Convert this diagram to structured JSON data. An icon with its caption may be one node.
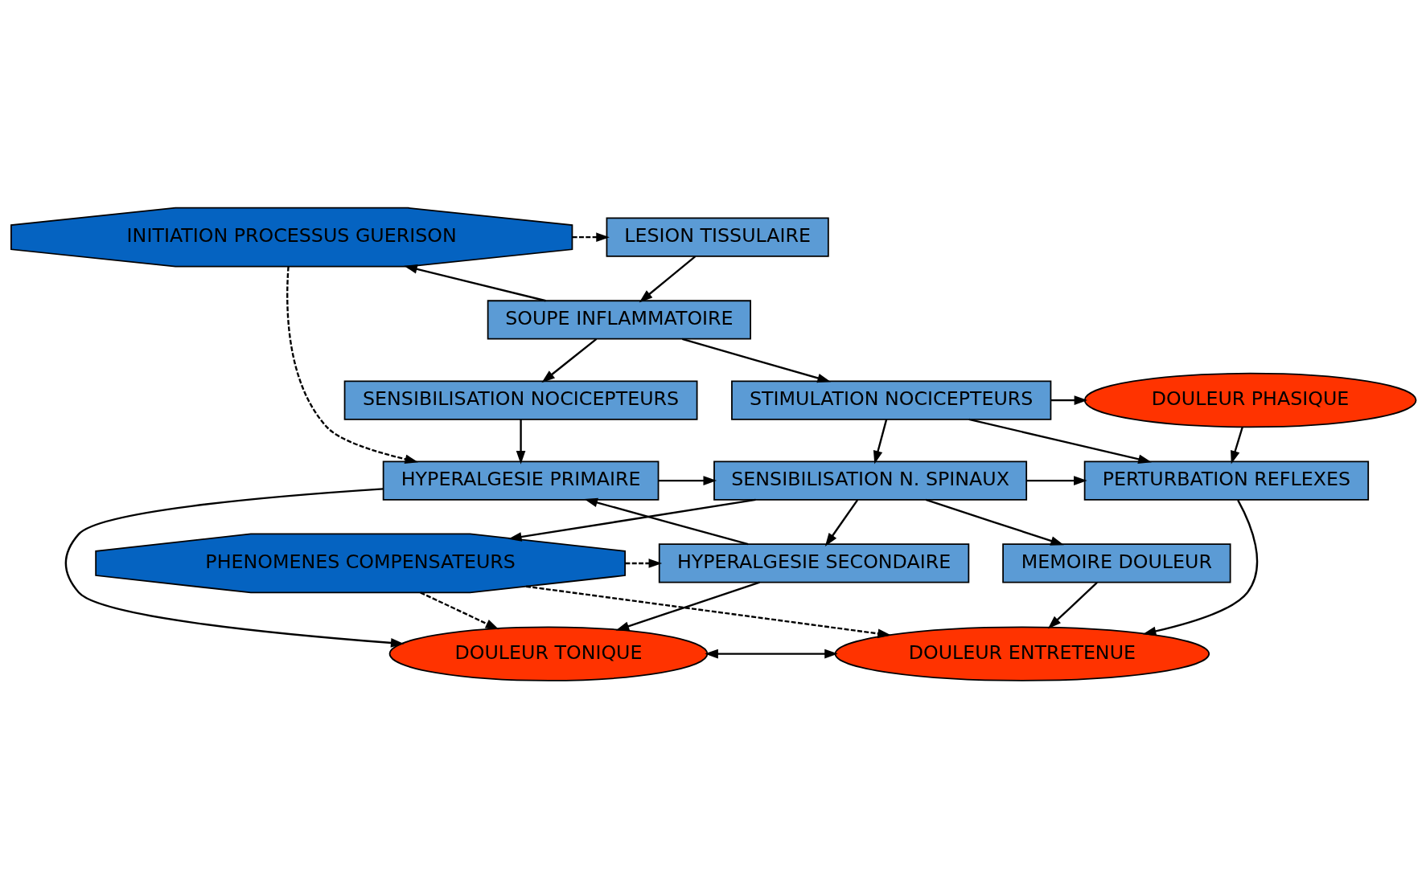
{
  "diagram": {
    "nodes": [
      {
        "text": [
          "LESION TISSULAIRE"
        ]
      },
      {
        "text": [
          "INITIATION PROCESSUS GUERISON"
        ]
      },
      {
        "text": [
          "SOUPE INFLAMMATOIRE"
        ]
      },
      {
        "text": [
          "SENSIBILISATION NOCICEPTEURS"
        ]
      },
      {
        "text": [
          "STIMULATION NOCICEPTEURS"
        ]
      },
      {
        "text": [
          "DOULEUR PHASIQUE"
        ]
      },
      {
        "text": [
          "HYPERALGESIE PRIMAIRE"
        ]
      },
      {
        "text": [
          "SENSIBILISATION N. SPINAUX"
        ]
      },
      {
        "text": [
          "PERTURBATION REFLEXES"
        ]
      },
      {
        "text": [
          "HYPERALGESIE SECONDAIRE"
        ]
      },
      {
        "text": [
          "PHENOMENES COMPENSATEURS"
        ]
      },
      {
        "text": [
          "MEMOIRE DOULEUR"
        ]
      },
      {
        "text": [
          "DOULEUR TONIQUE"
        ]
      },
      {
        "text": [
          "DOULEUR ENTRETENUE"
        ]
      }
    ],
    "edges": [
      {
        "from": 1,
        "to": 0,
        "arrow": "to",
        "style": "dashed"
      },
      {
        "from": 0,
        "to": 2,
        "arrow": "to"
      },
      {
        "from": 2,
        "to": 1,
        "arrow": "to"
      },
      {
        "from": 2,
        "to": 3,
        "arrow": "to"
      },
      {
        "from": 2,
        "to": 4,
        "arrow": "to"
      },
      {
        "from": 1,
        "to": 6,
        "arrow": "to",
        "style": "dashed"
      },
      {
        "from": 4,
        "to": 5,
        "arrow": "to"
      },
      {
        "from": 4,
        "to": 8,
        "arrow": "to"
      },
      {
        "from": 4,
        "to": 7,
        "arrow": "to"
      },
      {
        "from": 5,
        "to": 8,
        "arrow": "to"
      },
      {
        "from": 3,
        "to": 6,
        "arrow": "to"
      },
      {
        "from": 6,
        "to": 7,
        "arrow": "to"
      },
      {
        "from": 7,
        "to": 8,
        "arrow": "to"
      },
      {
        "from": 8,
        "to": 13,
        "arrow": "to"
      },
      {
        "from": 7,
        "to": 9,
        "arrow": "to"
      },
      {
        "from": 7,
        "to": 10,
        "arrow": "to"
      },
      {
        "from": 7,
        "to": 11,
        "arrow": "to"
      },
      {
        "from": 9,
        "to": 6,
        "arrow": "to"
      },
      {
        "from": 10,
        "to": 9,
        "arrow": "to",
        "style": "dashed"
      },
      {
        "from": 10,
        "to": 12,
        "arrow": "to",
        "style": "dashed"
      },
      {
        "from": 10,
        "to": 13,
        "arrow": "to",
        "style": "dashed"
      },
      {
        "from": 9,
        "to": 12,
        "arrow": "to"
      },
      {
        "from": 6,
        "to": 12,
        "arrow": "to"
      },
      {
        "from": 11,
        "to": 13,
        "arrow": "to"
      },
      {
        "from": 12,
        "to": 13,
        "arrow": "both"
      }
    ]
  }
}
